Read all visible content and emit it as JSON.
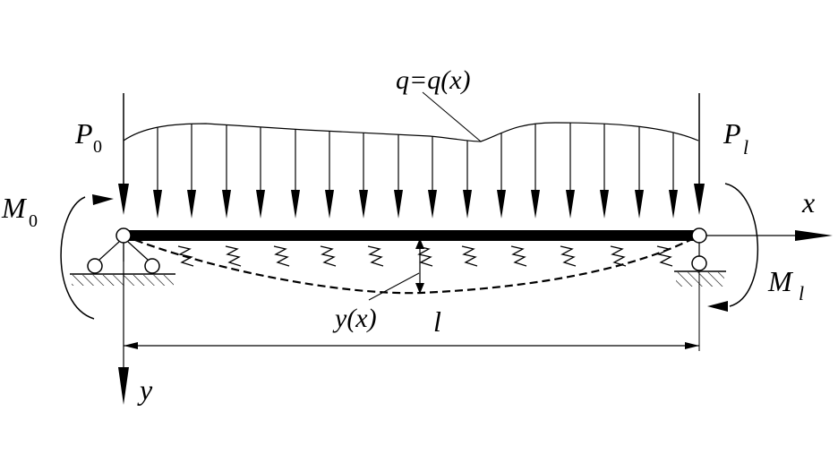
{
  "labels": {
    "load": "q=q(x)",
    "P0_main": "P",
    "P0_sub": "0",
    "Pl_main": "P",
    "Pl_sub": "l",
    "M0_main": "M",
    "M0_sub": "0",
    "Ml_main": "M",
    "Ml_sub": "l",
    "x_axis": "x",
    "y_axis": "y",
    "deflection": "y(x)",
    "length": "l"
  },
  "colors": {
    "ink": "#000000",
    "background": "#ffffff"
  }
}
